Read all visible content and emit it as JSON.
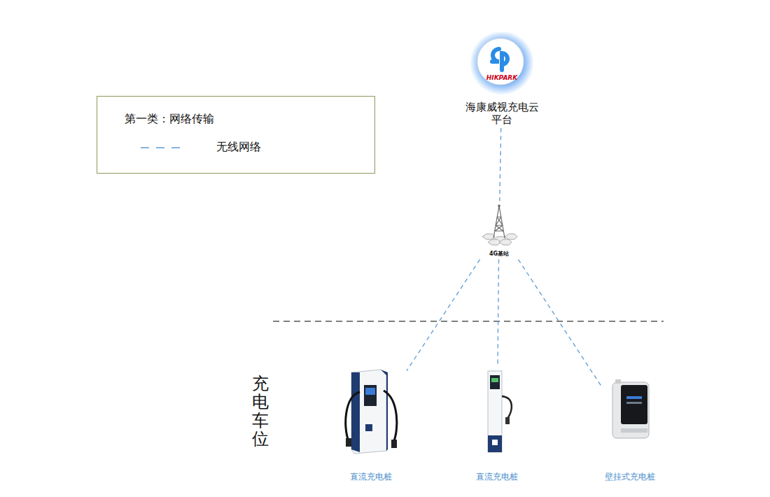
{
  "diagram": {
    "nodes": [
      {
        "text": [
          "HIKPARK",
          "海康威视充电云 平台"
        ]
      },
      {
        "text": [
          "4G基站"
        ]
      },
      {
        "text": [
          "直流充电桩"
        ]
      },
      {
        "text": [
          "直流充电桩"
        ]
      },
      {
        "text": [
          "壁挂式充电桩"
        ]
      }
    ],
    "edges": [
      {
        "from": 0,
        "to": 1,
        "arrow": "none"
      },
      {
        "from": 1,
        "to": 2,
        "arrow": "none"
      },
      {
        "from": 1,
        "to": 3,
        "arrow": "none"
      },
      {
        "from": 1,
        "to": 4,
        "arrow": "none"
      }
    ],
    "labels": [
      "第一类：网络传输",
      "充电车位"
    ],
    "legend": [
      {
        "text": "无线网络"
      }
    ]
  }
}
